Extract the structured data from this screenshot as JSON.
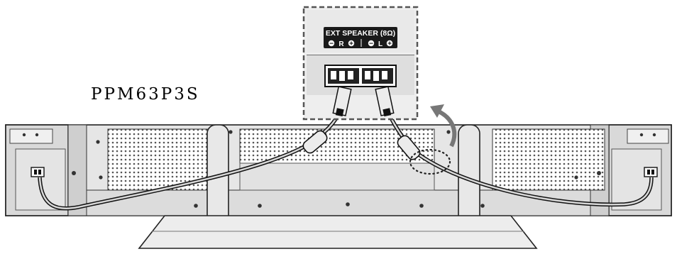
{
  "model_label": "PPM63P3S",
  "terminal_panel": {
    "title": "EXT SPEAKER (8Ω)",
    "right_channel": {
      "minus": "−",
      "letter": "R",
      "plus": "+"
    },
    "left_channel": {
      "minus": "−",
      "letter": "L",
      "plus": "+"
    }
  },
  "icons": [
    "dotted-callout-frame",
    "curved-arrow-icon",
    "ferrite-core",
    "speaker-jack"
  ]
}
